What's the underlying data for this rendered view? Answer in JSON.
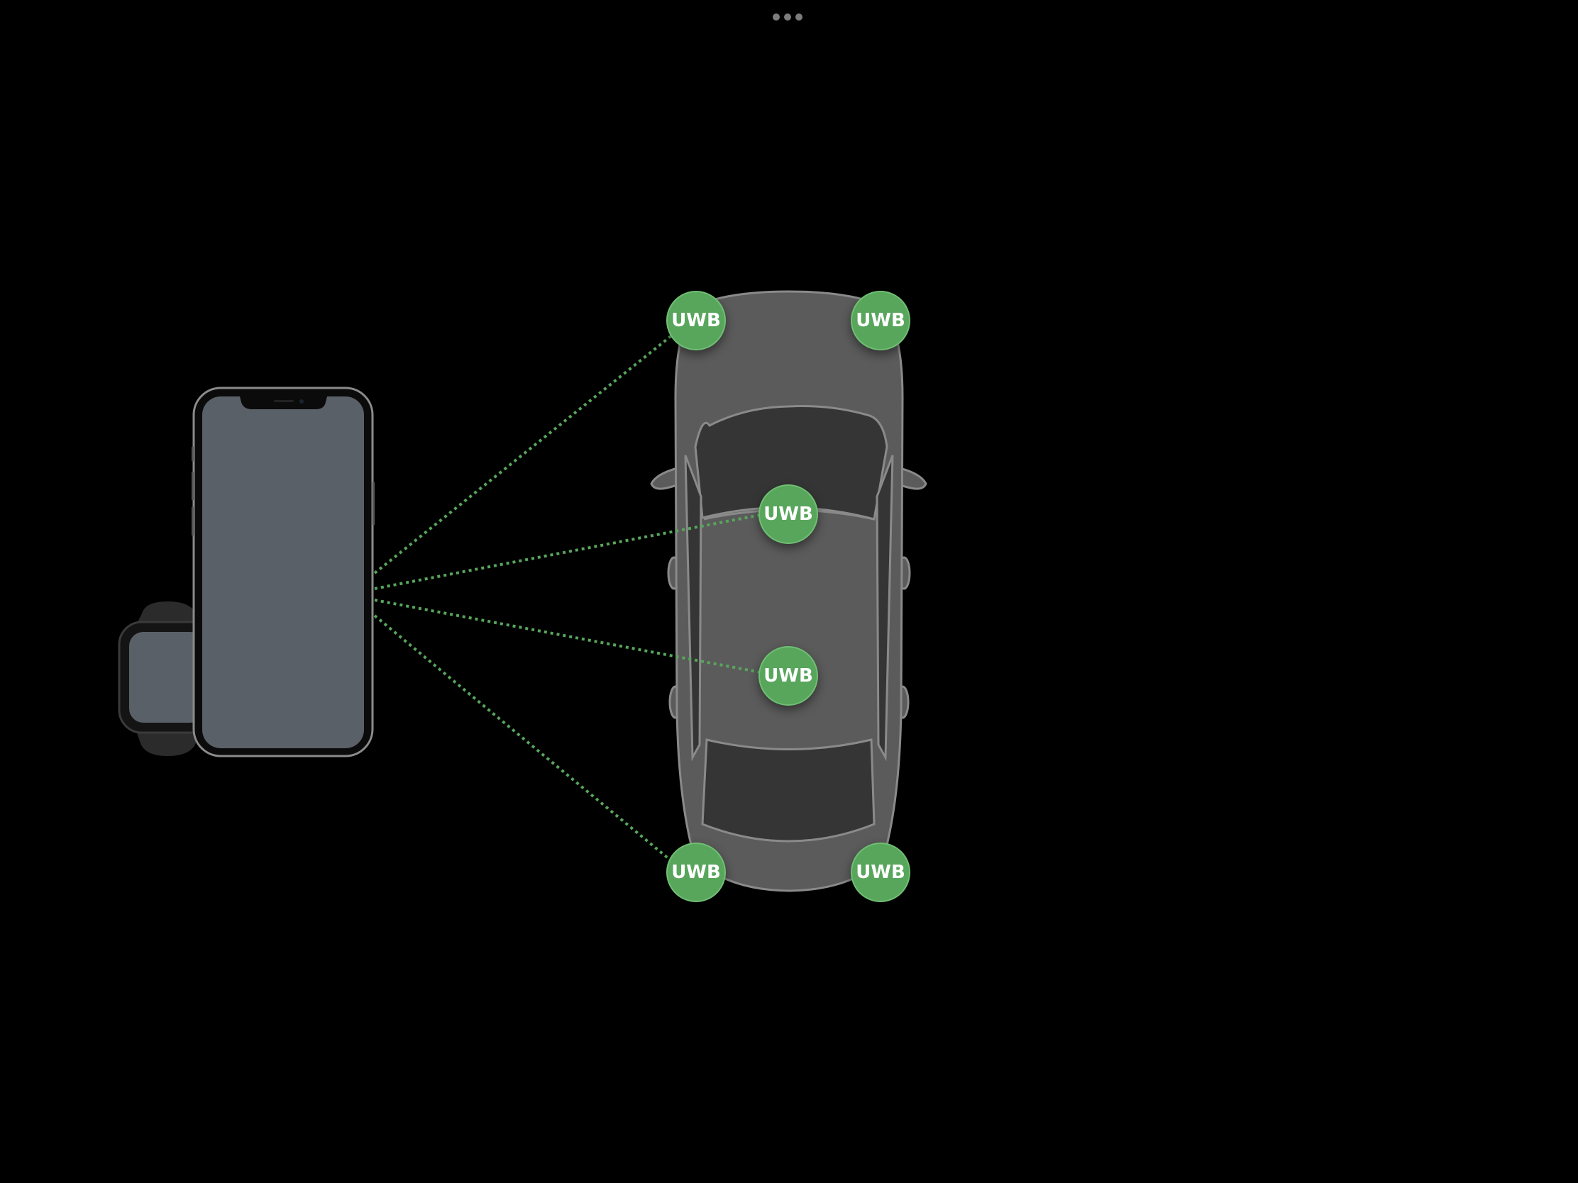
{
  "page": {
    "more_menu": "more-options",
    "background_color": "#000000"
  },
  "diagram": {
    "title": "Ultra Wideband digital car key ranging",
    "devices": [
      {
        "name": "iPhone",
        "screen_color": "#5a6068"
      },
      {
        "name": "Apple Watch",
        "screen_color": "#5a6068"
      }
    ],
    "vehicle": {
      "name": "car (top view)",
      "body_color": "#5b5b5b",
      "glass_color": "#353535",
      "outline_color": "#8a8a8a"
    },
    "anchors": [
      {
        "label": "UWB",
        "position": "front-left",
        "connected": true
      },
      {
        "label": "UWB",
        "position": "front-right",
        "connected": false
      },
      {
        "label": "UWB",
        "position": "cabin-front",
        "connected": true
      },
      {
        "label": "UWB",
        "position": "cabin-rear",
        "connected": true
      },
      {
        "label": "UWB",
        "position": "rear-left",
        "connected": true
      },
      {
        "label": "UWB",
        "position": "rear-right",
        "connected": false
      }
    ],
    "anchor_color": "#58a65c",
    "link_color": "#58a65c"
  }
}
